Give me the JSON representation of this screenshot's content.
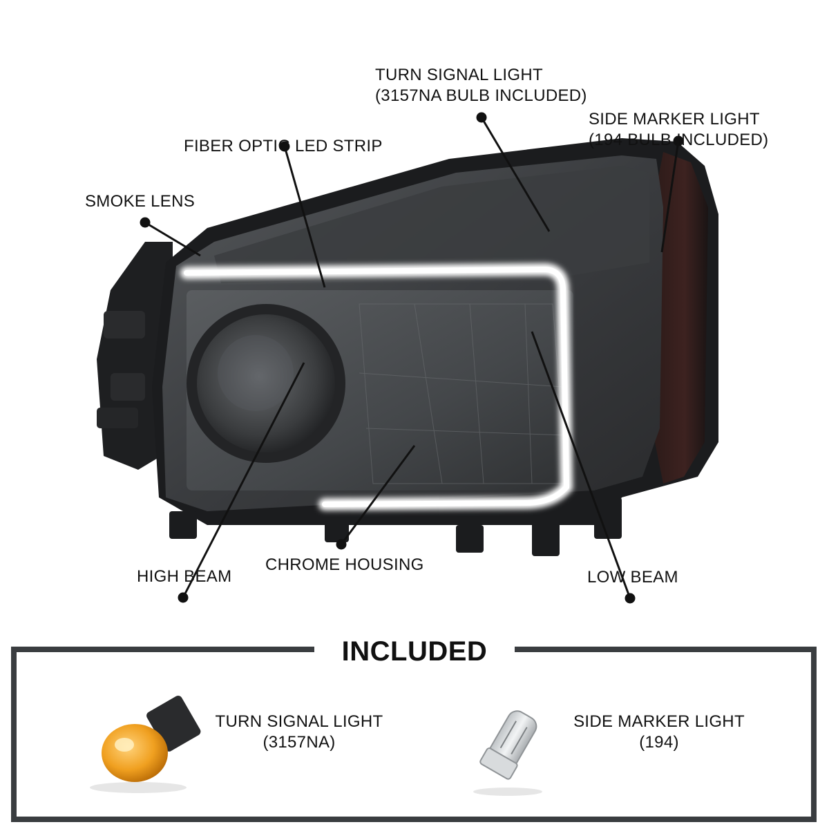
{
  "callouts": {
    "turn_signal": {
      "line1": "TURN SIGNAL LIGHT",
      "line2": "(3157NA BULB INCLUDED)"
    },
    "side_marker": {
      "line1": "SIDE MARKER LIGHT",
      "line2": "(194 BULB INCLUDED)"
    },
    "fiber_optic": {
      "line1": "FIBER OPTIC LED STRIP"
    },
    "smoke_lens": {
      "line1": "SMOKE LENS"
    },
    "high_beam": {
      "line1": "HIGH BEAM"
    },
    "chrome_housing": {
      "line1": "CHROME HOUSING"
    },
    "low_beam": {
      "line1": "LOW BEAM"
    }
  },
  "included": {
    "title": "INCLUDED",
    "items": [
      {
        "line1": "TURN SIGNAL LIGHT",
        "line2": "(3157NA)"
      },
      {
        "line1": "SIDE MARKER LIGHT",
        "line2": "(194)"
      }
    ]
  },
  "colors": {
    "text": "#111111",
    "frame": "#3a3d40",
    "lens_smoke": "#3c3e40",
    "housing_black": "#1b1c1e",
    "amber_bulb": "#f0a020",
    "led_strip": "#ffffff"
  }
}
